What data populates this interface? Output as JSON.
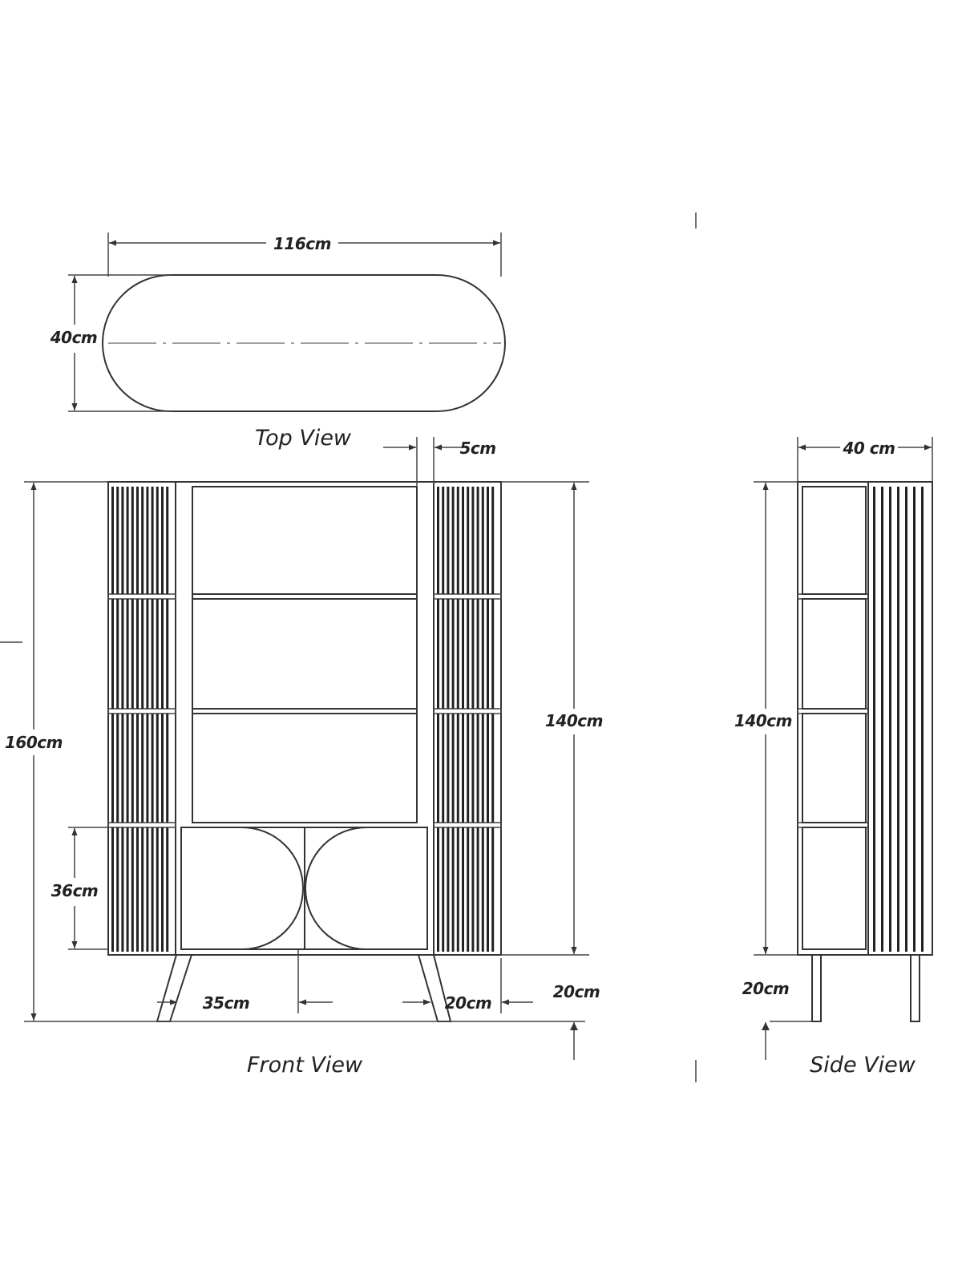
{
  "labels": {
    "top_width": "116cm",
    "top_depth": "40cm",
    "top_caption": "Top View",
    "front_gap": "5cm",
    "front_total_height": "160cm",
    "front_body_height": "140cm",
    "front_cabinet_height": "36cm",
    "front_leg_offset_left": "35cm",
    "front_leg_offset_right": "20cm",
    "front_leg_height": "20cm",
    "front_caption": "Front View",
    "side_depth": "40 cm",
    "side_body_height": "140cm",
    "side_leg_height": "20cm",
    "side_caption": "Side View"
  },
  "colors": {
    "line": "#333333",
    "text": "#222222",
    "background": "#ffffff"
  },
  "icons": {
    "arrow_head": "dimension-arrow"
  }
}
